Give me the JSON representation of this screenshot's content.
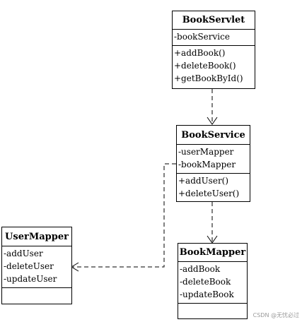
{
  "classes": {
    "book_servlet": {
      "name": "BookServlet",
      "attributes": [
        "-bookService"
      ],
      "methods": [
        "+addBook()",
        "+deleteBook()",
        "+getBookById()"
      ]
    },
    "book_service": {
      "name": "BookService",
      "attributes": [
        "-userMapper",
        "-bookMapper"
      ],
      "methods": [
        "+addUser()",
        "+deleteUser()"
      ]
    },
    "user_mapper": {
      "name": "UserMapper",
      "attributes": [
        "-addUser",
        "-deleteUser",
        "-updateUser"
      ],
      "methods": []
    },
    "book_mapper": {
      "name": "BookMapper",
      "attributes": [
        "-addBook",
        "-deleteBook",
        "-updateBook"
      ],
      "methods": []
    }
  },
  "watermark": "CSDN @无忧必过"
}
